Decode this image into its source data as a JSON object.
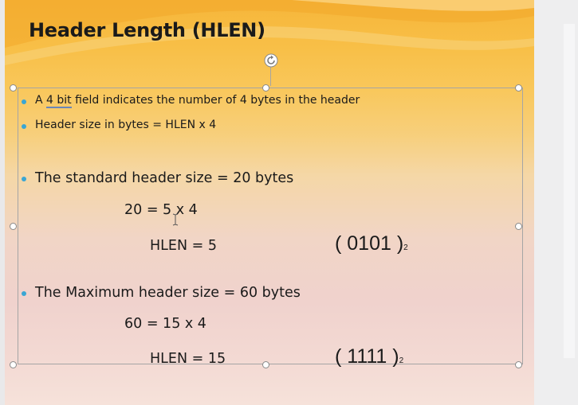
{
  "slide": {
    "title": "Header Length (HLEN)",
    "bullets_small": [
      {
        "pre": "A ",
        "emph": "4 bit",
        "post": " field indicates the number of 4 bytes in the header"
      },
      {
        "text": "Header size in bytes = HLEN x 4"
      }
    ],
    "standard": {
      "bullet": "The standard  header size = 20 bytes",
      "equation": "20 = 5 x 4",
      "hlen": "HLEN =  5",
      "binary": "( 0101 )",
      "base": "2"
    },
    "maximum": {
      "bullet": "The Maximum  header size = 60 bytes",
      "equation": "60 = 15 x 4",
      "hlen": "HLEN =  15",
      "binary": "( 1111 )",
      "base": "2"
    }
  },
  "colors": {
    "bullet": "#3aa6d4",
    "title_band": "#f6b63a",
    "selection_frame": "#a5a5a5",
    "spell_underline": "#6a86b8"
  },
  "icons": [
    "rotate-handle-icon",
    "text-cursor-icon",
    "bullet-icon"
  ]
}
